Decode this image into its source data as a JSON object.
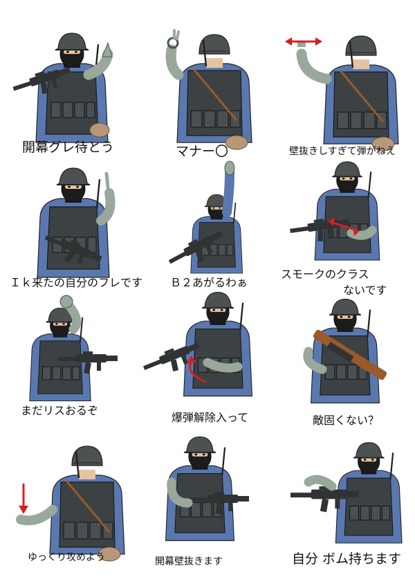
{
  "signals": [
    {
      "caption": "開幕グレ待とう"
    },
    {
      "caption": "マナー〇"
    },
    {
      "caption": "壁抜きしすぎて弾がねえ"
    },
    {
      "caption": "Ｉｋ来たの自分のフレです"
    },
    {
      "caption": "Ｂ２あがるわぁ"
    },
    {
      "caption": "スモークのクラス",
      "caption_line2": "ないです"
    },
    {
      "caption": "まだリスおるぞ"
    },
    {
      "caption": "爆弾解除入って"
    },
    {
      "caption": "敵固くない？"
    },
    {
      "caption": "ゆっくり攻めよう"
    },
    {
      "caption": "開幕壁抜きます"
    },
    {
      "caption": "自分 ボム持ちます"
    }
  ],
  "colors": {
    "helmet": "#4d5152",
    "vest": "#3c4243",
    "shirt": "#5a78b0",
    "glove": "#9aa89b",
    "mask": "#1c1c1c",
    "skin": "#e6c3a0",
    "rifle": "#2f3334",
    "wood": "#9a5a2a",
    "pouch": "#b79878",
    "arrow": "#d42020"
  }
}
